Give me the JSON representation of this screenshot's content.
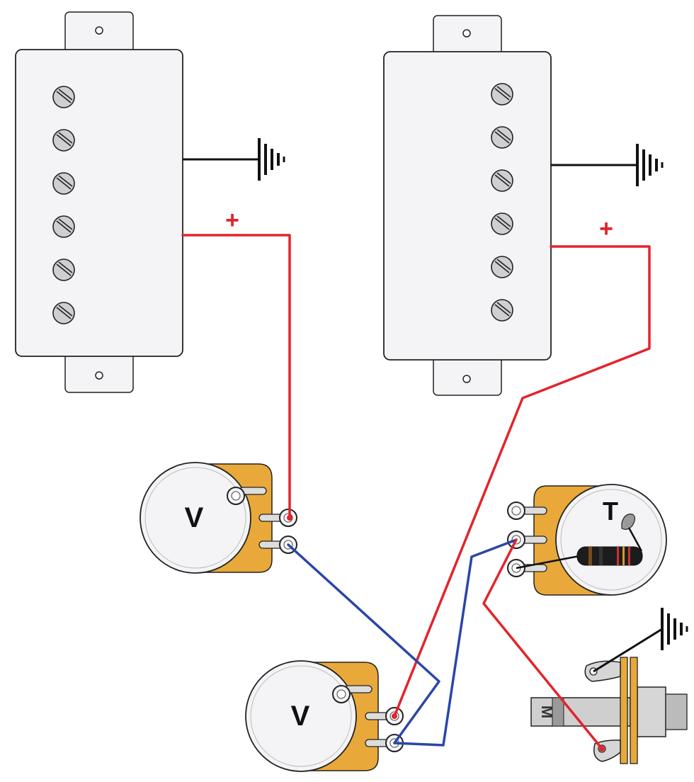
{
  "colors": {
    "background": "#ffffff",
    "pickup_cover": "#f4f4f6",
    "outline": "#222222",
    "hot_wire": "#e3242b",
    "signal_wire": "#2b46a8",
    "ground_wire": "#111111",
    "pot_body": "#e8a93a",
    "pot_face": "#f4f4f6",
    "lug": "#c8c8c8"
  },
  "pickups": [
    {
      "name": "neck-pickup",
      "pole_count": 6,
      "hot_label": "+",
      "ground_symbol": "ground-icon"
    },
    {
      "name": "bridge-pickup",
      "pole_count": 6,
      "hot_label": "+",
      "ground_symbol": "ground-icon"
    }
  ],
  "pots": {
    "volume_1": {
      "label": "V"
    },
    "volume_2": {
      "label": "V"
    },
    "tone": {
      "label": "T",
      "capacitor_icon": "capacitor-icon",
      "resistor_icon": "resistor-icon"
    }
  },
  "jack": {
    "label": "M",
    "ground_symbol": "ground-icon"
  }
}
